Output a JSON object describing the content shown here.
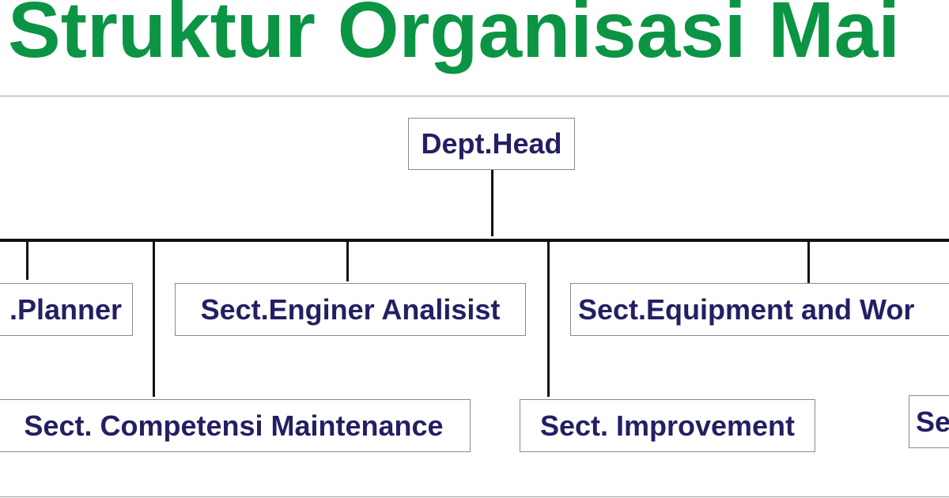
{
  "title": "Struktur Organisasi Mai",
  "colors": {
    "title": "#0b9444",
    "box_text": "#231f64",
    "box_border": "#8a8a8a",
    "connector": "#111111"
  },
  "org_chart": {
    "head": {
      "label": "Dept.Head"
    },
    "sections": [
      {
        "label": ".Planner"
      },
      {
        "label": "Sect.Enginer Analisist"
      },
      {
        "label": "Sect.Equipment and Wor"
      },
      {
        "label": "Sect. Competensi Maintenance"
      },
      {
        "label": "Sect. Improvement"
      },
      {
        "label": "Se"
      }
    ]
  }
}
